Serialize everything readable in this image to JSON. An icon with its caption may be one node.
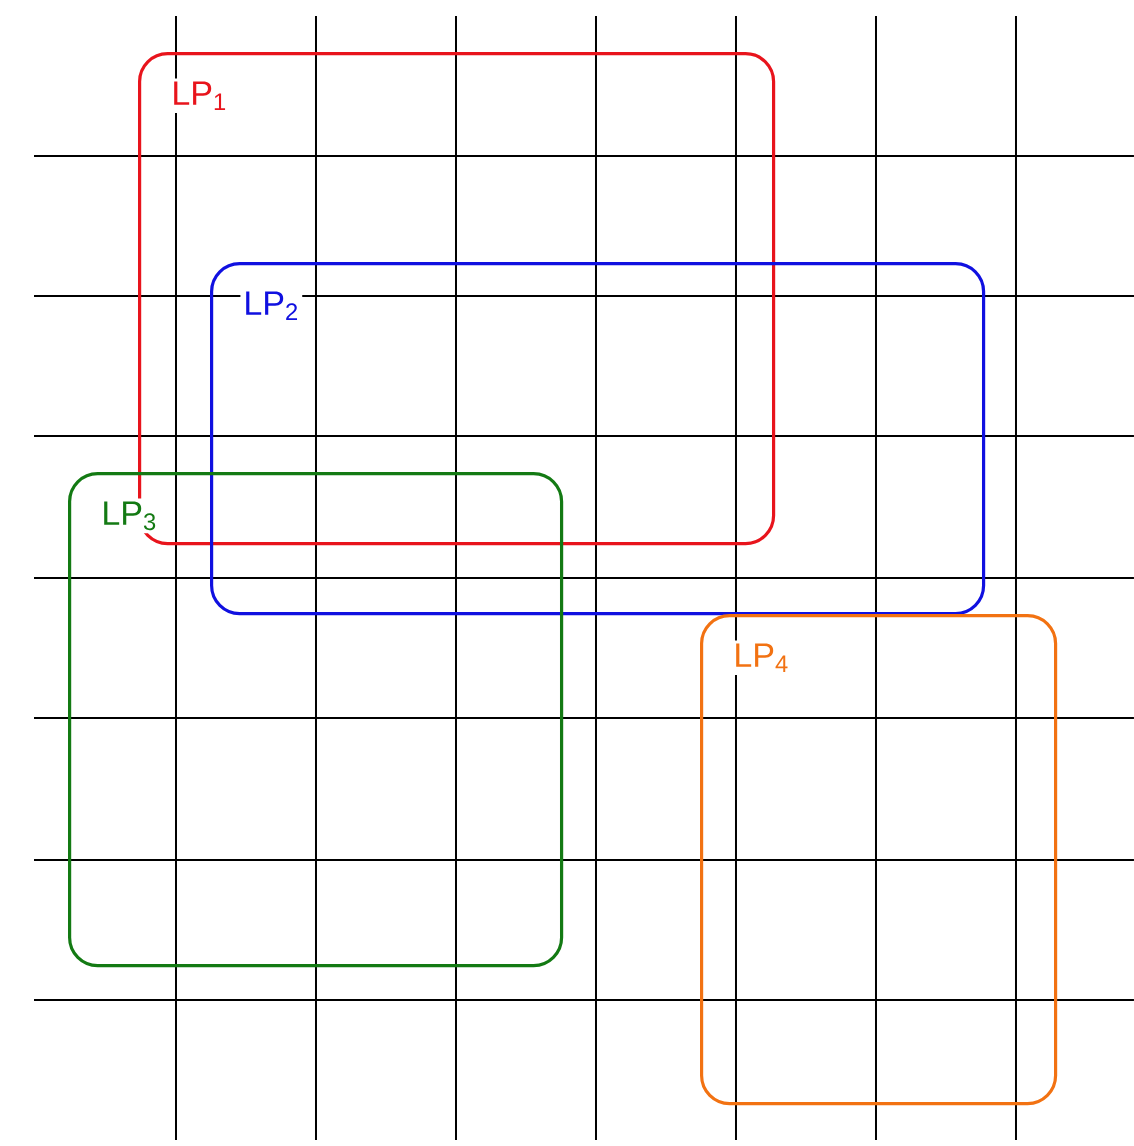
{
  "diagram": {
    "nodes": [
      {
        "text": [
          "LP$_{1}$"
        ]
      },
      {
        "text": [
          "LP$_{2}$"
        ]
      },
      {
        "text": [
          "LP$_{3}$"
        ]
      },
      {
        "text": [
          "LP$_{4}$"
        ]
      }
    ]
  }
}
